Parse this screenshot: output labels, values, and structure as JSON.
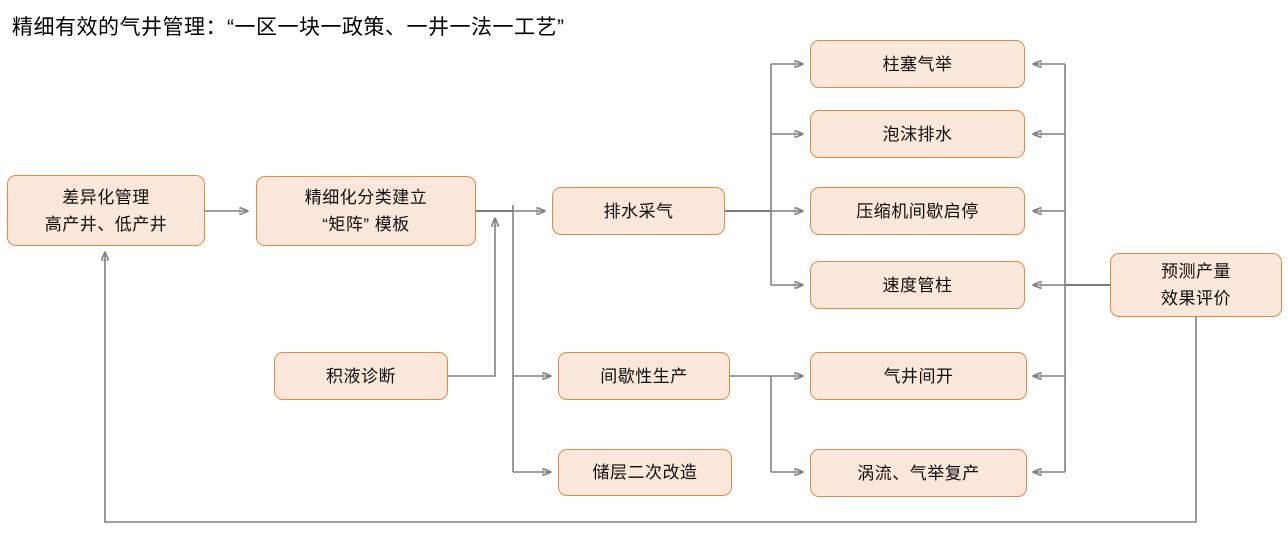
{
  "title": "精细有效的气井管理：“一区一块一政策、一井一法一工艺”",
  "colors": {
    "node_fill": "#fce8da",
    "node_border": "#e08a46",
    "connector": "#808080",
    "text": "#0d0d0d",
    "background": "#ffffff"
  },
  "nodes": {
    "differentiated_management": "差异化管理\n高产井、低产井",
    "refined_classification": "精细化分类建立\n“矩阵” 模板",
    "liquid_loading_diagnosis": "积液诊断",
    "drainage_gas_recovery": "排水采气",
    "intermittent_production": "间歇性生产",
    "reservoir_restimulation": "储层二次改造",
    "plunger_lift": "柱塞气举",
    "foam_drainage": "泡沫排水",
    "compressor_intermittent": "压缩机间歇启停",
    "velocity_string": "速度管柱",
    "well_intermittent_open": "气井间开",
    "vortex_gaslift_restore": "涡流、气举复产",
    "forecast_evaluation": "预测产量\n效果评价"
  },
  "connectors": [
    {
      "from": "differentiated_management",
      "to": "refined_classification"
    },
    {
      "from": "refined_classification",
      "to": "drainage_gas_recovery"
    },
    {
      "from": "refined_classification",
      "to": "intermittent_production"
    },
    {
      "from": "refined_classification",
      "to": "reservoir_restimulation"
    },
    {
      "from": "liquid_loading_diagnosis",
      "to": "refined_classification"
    },
    {
      "from": "drainage_gas_recovery",
      "to": "plunger_lift"
    },
    {
      "from": "drainage_gas_recovery",
      "to": "foam_drainage"
    },
    {
      "from": "drainage_gas_recovery",
      "to": "compressor_intermittent"
    },
    {
      "from": "drainage_gas_recovery",
      "to": "velocity_string"
    },
    {
      "from": "intermittent_production",
      "to": "well_intermittent_open"
    },
    {
      "from": "intermittent_production",
      "to": "vortex_gaslift_restore"
    },
    {
      "from": "forecast_evaluation",
      "to": "plunger_lift"
    },
    {
      "from": "forecast_evaluation",
      "to": "foam_drainage"
    },
    {
      "from": "forecast_evaluation",
      "to": "compressor_intermittent"
    },
    {
      "from": "forecast_evaluation",
      "to": "velocity_string"
    },
    {
      "from": "forecast_evaluation",
      "to": "well_intermittent_open"
    },
    {
      "from": "forecast_evaluation",
      "to": "vortex_gaslift_restore"
    },
    {
      "from": "forecast_evaluation",
      "to": "differentiated_management"
    }
  ]
}
